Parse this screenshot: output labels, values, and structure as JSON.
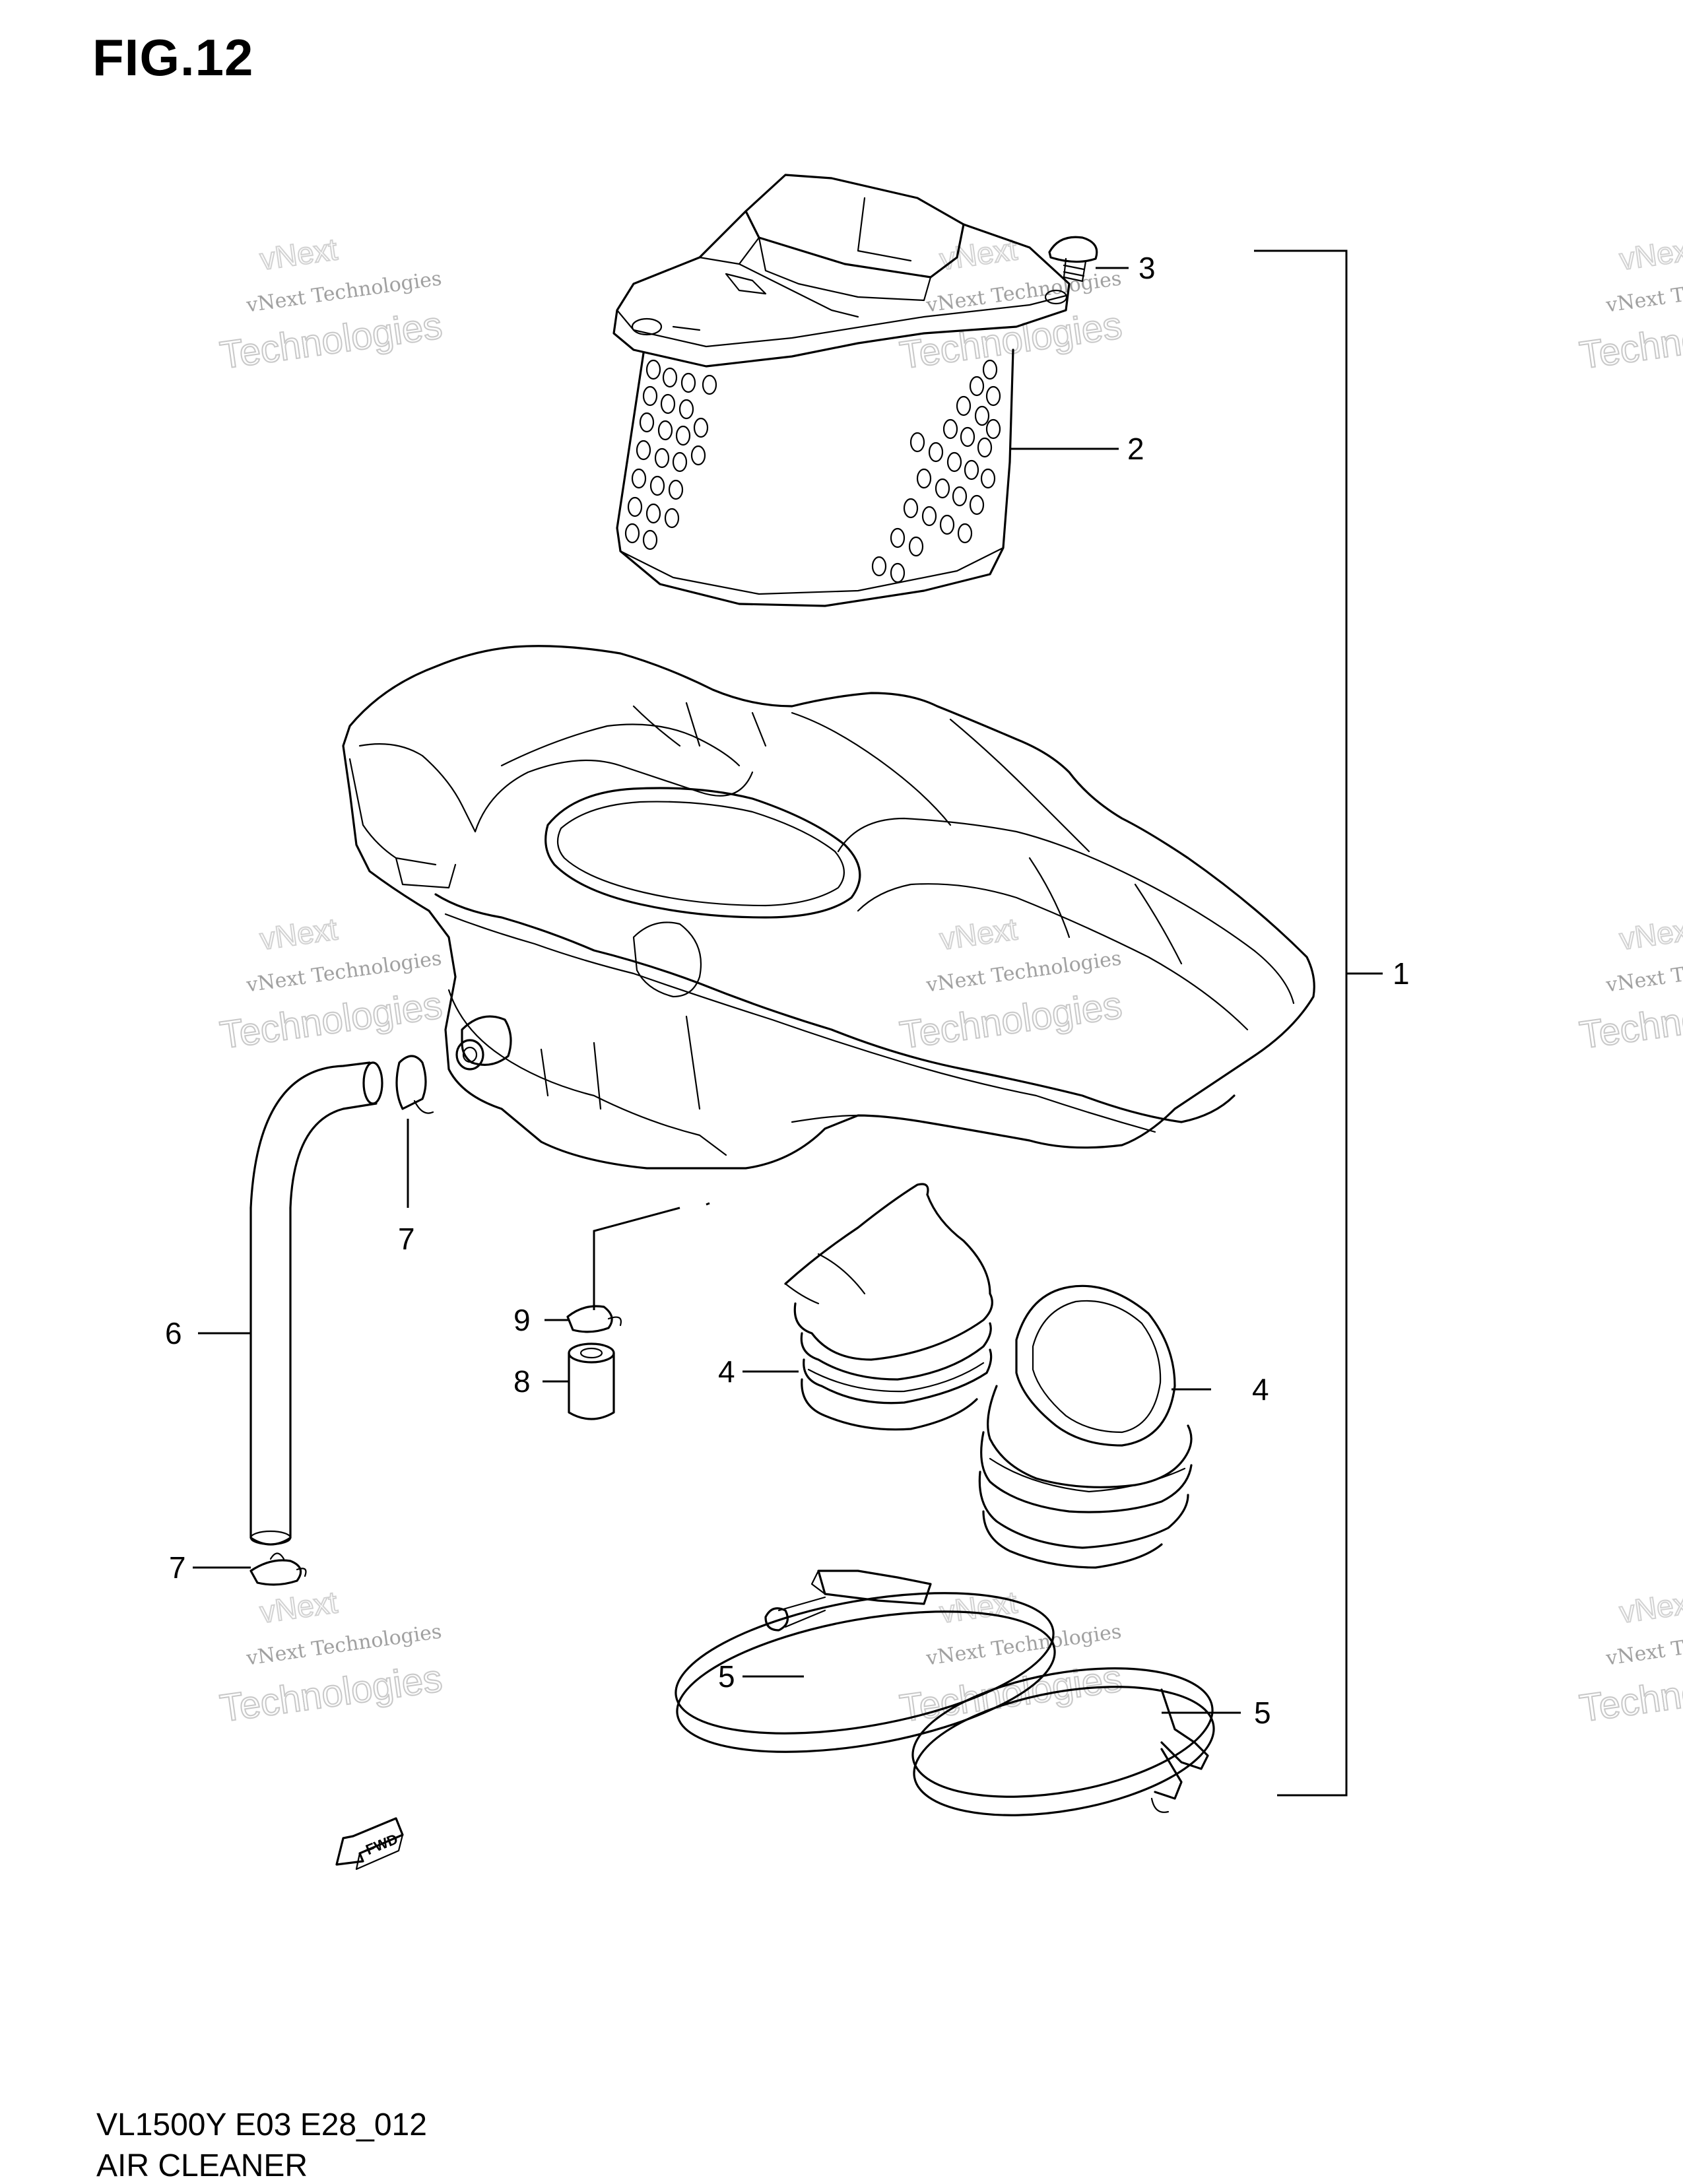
{
  "figure": {
    "title": "FIG.12",
    "model_code": "VL1500Y E03 E28_012",
    "section_name": "AIR CLEANER"
  },
  "callouts": [
    {
      "id": "1",
      "label": "1"
    },
    {
      "id": "2",
      "label": "2"
    },
    {
      "id": "3",
      "label": "3"
    },
    {
      "id": "4a",
      "label": "4"
    },
    {
      "id": "4b",
      "label": "4"
    },
    {
      "id": "5a",
      "label": "5"
    },
    {
      "id": "5b",
      "label": "5"
    },
    {
      "id": "6",
      "label": "6"
    },
    {
      "id": "7a",
      "label": "7"
    },
    {
      "id": "7b",
      "label": "7"
    },
    {
      "id": "8",
      "label": "8"
    },
    {
      "id": "9",
      "label": "9"
    }
  ],
  "fwd_mark": "FWD",
  "watermark": {
    "line1": "vNext Technologies",
    "line2": "vNext",
    "line3": "Technologies"
  }
}
